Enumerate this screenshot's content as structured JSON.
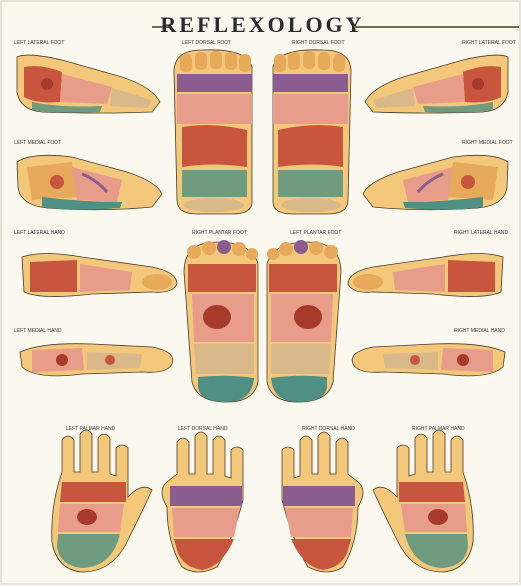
{
  "title": "REFLEXOLOGY",
  "section_labels": {
    "left_lateral_foot": "LEFT LATERAL FOOT",
    "left_dorsal_foot": "LEFT DORSAL FOOT",
    "right_dorsal_foot": "RIGHT DORSAL FOOT",
    "right_lateral_foot": "RIGHT LATERAL FOOT",
    "left_medial_foot": "LEFT MEDIAL FOOT",
    "right_medial_foot": "RIGHT MEDIAL FOOT",
    "left_lateral_hand": "LEFT LATERAL HAND",
    "right_plantar_foot": "RIGHT PLANTAR FOOT",
    "left_plantar_foot": "LEFT PLANTAR FOOT",
    "right_lateral_hand": "RIGHT LATERAL HAND",
    "left_medial_hand": "LEFT MEDIAL HAND",
    "right_medial_hand": "RIGHT MEDIAL HAND",
    "left_palmar_hand": "LEFT PALMAR HAND",
    "left_dorsal_hand": "LEFT DORSAL HAND",
    "right_dorsal_hand": "RIGHT DORSAL HAND",
    "right_palmar_hand": "RIGHT PALMAR HAND"
  },
  "colors": {
    "skin": "#f3c87a",
    "skin_dark": "#e7a95a",
    "red": "#c8553d",
    "dark_red": "#a83a2c",
    "purple": "#8b5c8f",
    "green": "#6f9b7f",
    "teal": "#4f8f84",
    "pink": "#e89c8a",
    "tan": "#d9b98a",
    "outline": "#4a3a2a"
  }
}
